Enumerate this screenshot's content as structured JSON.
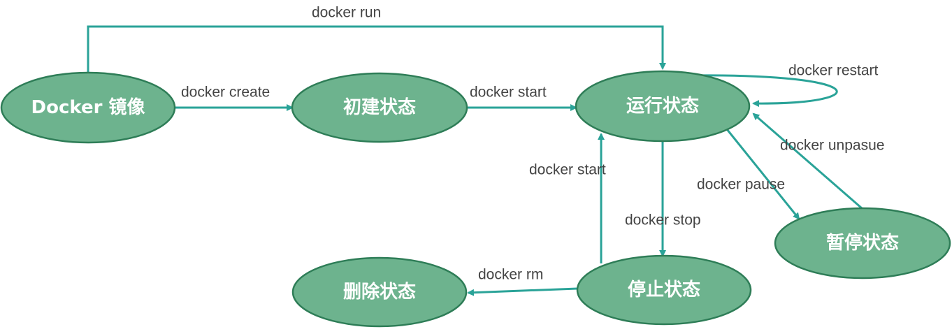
{
  "nodes": {
    "image": "Docker 镜像",
    "created": "初建状态",
    "running": "运行状态",
    "paused": "暂停状态",
    "stopped": "停止状态",
    "deleted": "删除状态"
  },
  "edges": {
    "run": "docker run",
    "create": "docker create",
    "start_from_created": "docker start",
    "restart": "docker restart",
    "unpause": "docker unpasue",
    "pause": "docker pause",
    "stop": "docker stop",
    "start_from_stopped": "docker start",
    "rm": "docker rm"
  },
  "colors": {
    "node_fill": "#6db38e",
    "node_stroke": "#2e7d57",
    "arrow": "#2aa398"
  }
}
